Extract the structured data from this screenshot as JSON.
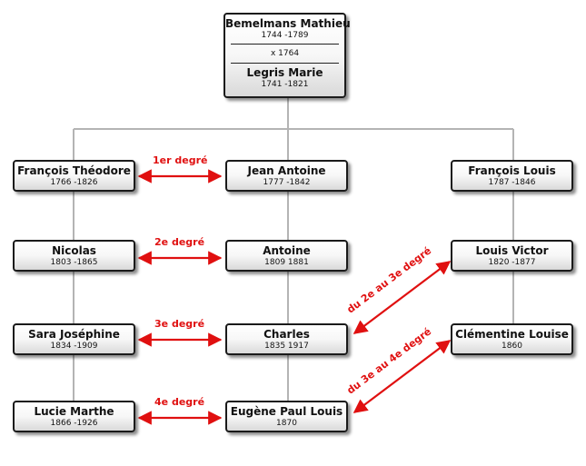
{
  "root": {
    "name1": "Bemelmans Mathieu",
    "dates1": "1744 -1789",
    "marriage": "x 1764",
    "name2": "Legris Marie",
    "dates2": "1741 -1821"
  },
  "left": [
    {
      "name": "François Théodore",
      "dates": "1766 -1826"
    },
    {
      "name": "Nicolas",
      "dates": "1803 -1865"
    },
    {
      "name": "Sara Joséphine",
      "dates": "1834 -1909"
    },
    {
      "name": "Lucie Marthe",
      "dates": "1866 -1926"
    }
  ],
  "middle": [
    {
      "name": "Jean Antoine",
      "dates": "1777 -1842"
    },
    {
      "name": "Antoine",
      "dates": "1809 1881"
    },
    {
      "name": "Charles",
      "dates": "1835 1917"
    },
    {
      "name": "Eugène Paul Louis",
      "dates": "1870"
    }
  ],
  "right": [
    {
      "name": "François Louis",
      "dates": "1787 -1846"
    },
    {
      "name": "Louis Victor",
      "dates": "1820 -1877"
    },
    {
      "name": "Clémentine Louise",
      "dates": "1860"
    }
  ],
  "degrees": [
    "1er degré",
    "2e degré",
    "3e degré",
    "4e degré"
  ],
  "diagonals": [
    "du 2e au 3e degré",
    "du 3e au 4e degré"
  ],
  "colors": {
    "relation": "#e01010",
    "connector": "#b4b4b4",
    "border": "#1a1a1a"
  }
}
